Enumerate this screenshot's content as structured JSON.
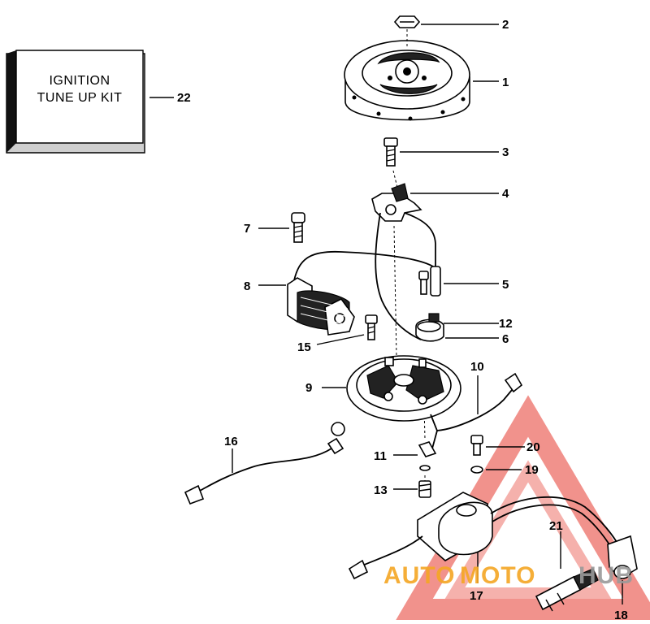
{
  "kit": {
    "line1": "IGNITION",
    "line2": "TUNE UP KIT"
  },
  "labels": {
    "l1": "1",
    "l2": "2",
    "l3": "3",
    "l4": "4",
    "l5": "5",
    "l6": "6",
    "l7": "7",
    "l8": "8",
    "l9": "9",
    "l10": "10",
    "l11": "11",
    "l12": "12",
    "l13": "13",
    "l15": "15",
    "l16": "16",
    "l17": "17",
    "l18": "18",
    "l19": "19",
    "l20": "20",
    "l21": "21",
    "l22": "22"
  },
  "watermark": {
    "part1": "AUTO",
    "part2": "MOTO",
    "part3": "HUB"
  },
  "colors": {
    "watermark_red": "#e8483e",
    "watermark_orange": "#f5a623",
    "watermark_gray": "#9a9a9a"
  }
}
